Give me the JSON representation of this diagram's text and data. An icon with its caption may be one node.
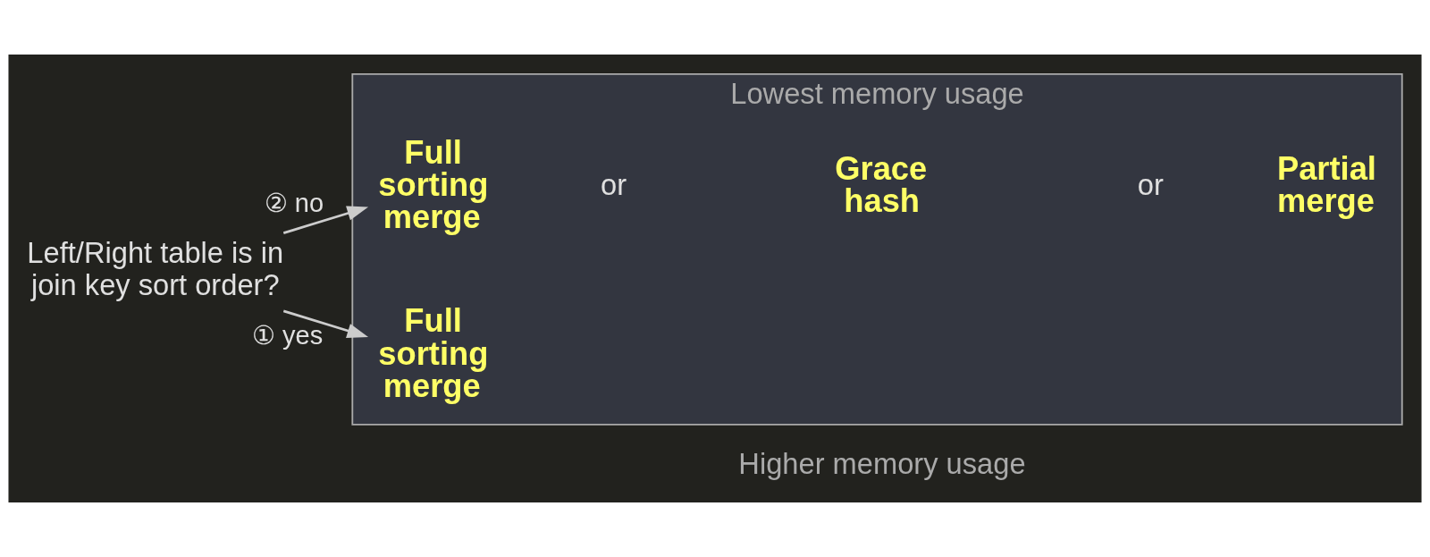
{
  "diagram": {
    "nodes": [
      {
        "text": [
          "Left/Right table is in join key sort order?"
        ]
      },
      {
        "text": [
          "Lowest memory usage"
        ],
        "beside": [
          "Higher memory usage"
        ]
      },
      {
        "text": [
          "Full sorting merge"
        ],
        "in": 1
      },
      {
        "text": [
          "Full sorting merge"
        ],
        "in": 1
      },
      {
        "text": [
          "Grace hash"
        ],
        "in": 1
      },
      {
        "text": [
          "Partial merge"
        ],
        "in": 1
      }
    ],
    "edges": [
      {
        "from": 0,
        "to": 2,
        "arrow": "to",
        "label": "① yes"
      },
      {
        "from": 0,
        "to": 3,
        "arrow": "to",
        "label": "② no"
      }
    ],
    "labels": [
      "or",
      "or"
    ]
  }
}
